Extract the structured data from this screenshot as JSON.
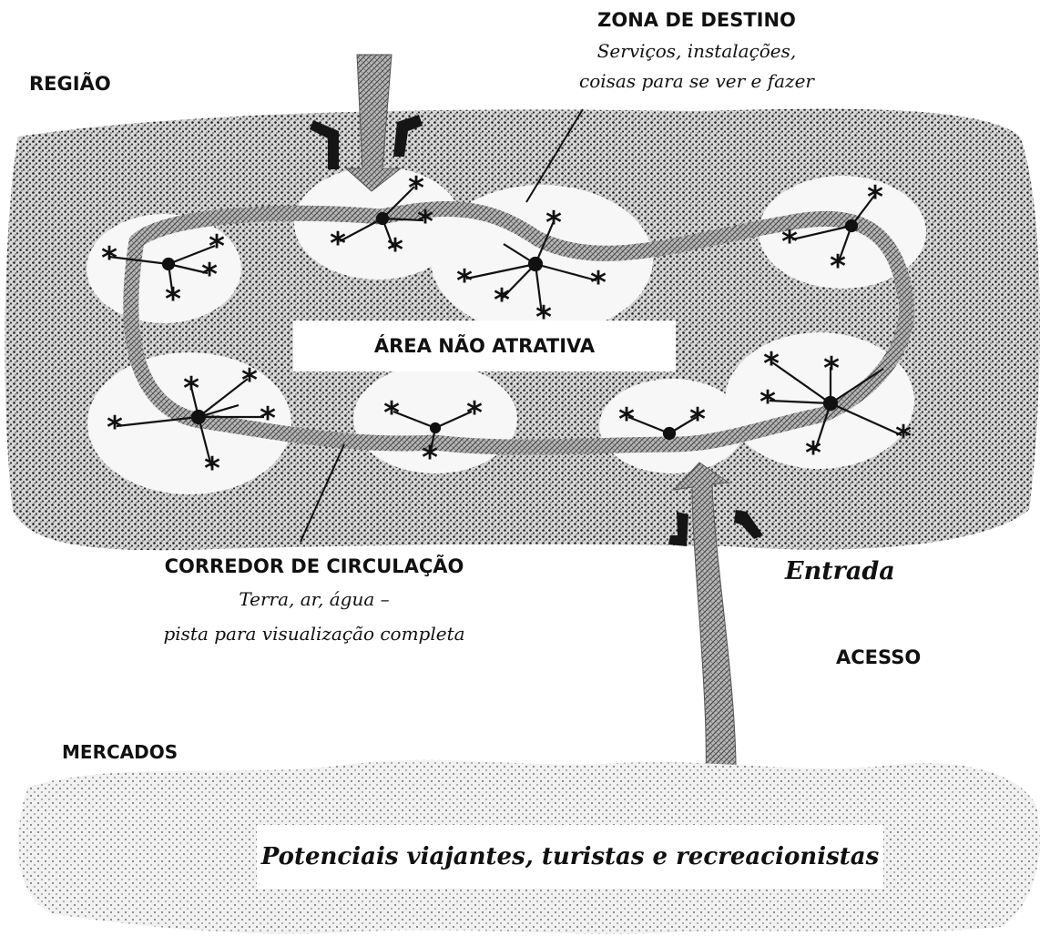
{
  "labels": {
    "regiao": "REGIÃO",
    "zona_destino": {
      "title": "ZONA DE DESTINO",
      "line1": "Serviços, instalações,",
      "line2": "coisas para se ver e fazer"
    },
    "area_nao_atrativa": "ÁREA NÃO ATRATIVA",
    "corredor": {
      "title": "CORREDOR DE CIRCULAÇÃO",
      "line1": "Terra, ar, água –",
      "line2": "pista para visualização completa"
    },
    "entrada": "Entrada",
    "acesso": "ACESSO",
    "mercados": "MERCADOS",
    "potenciais": "Potenciais viajantes, turistas e recreacionistas"
  },
  "colors": {
    "stipple_region": "#2a2a2a",
    "stipple_market": "#6a6a6a",
    "corridor": "#8a8a8a",
    "ink": "#111111"
  }
}
